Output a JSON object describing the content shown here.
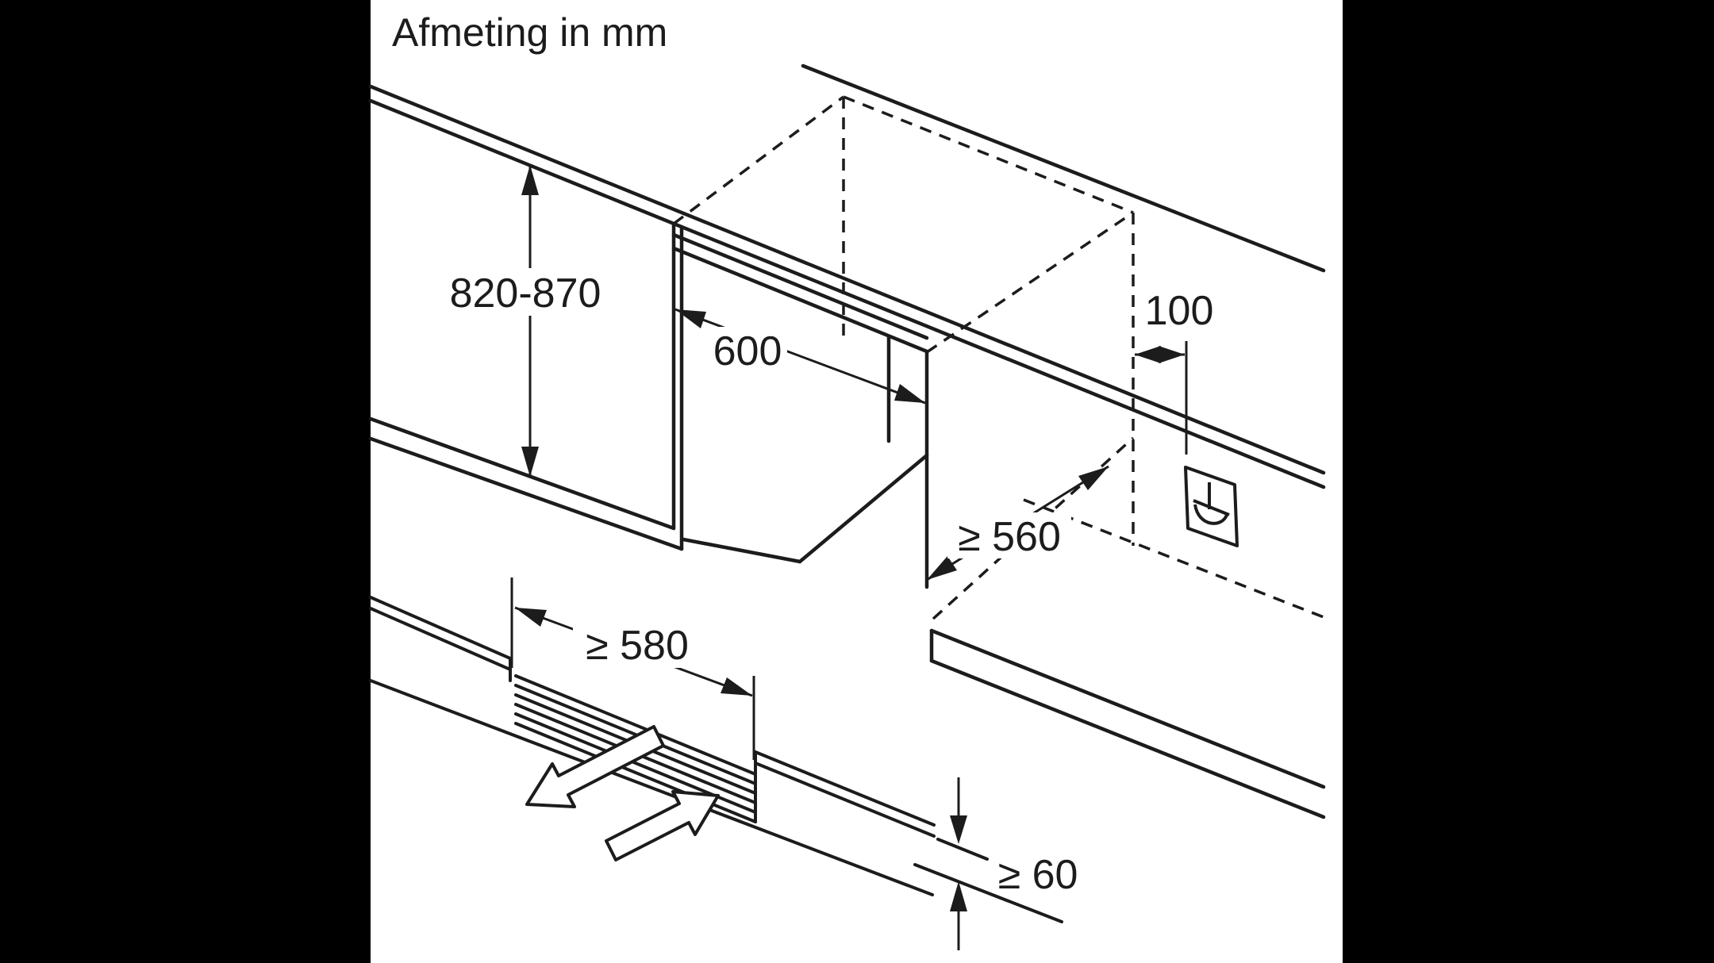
{
  "title": "Afmeting in mm",
  "canvas": {
    "letterbox_color": "#000000",
    "background_color": "#ffffff",
    "line_color": "#1c1c1c"
  },
  "diagram": {
    "type": "isometric-installation-dimension-drawing",
    "unit": "mm",
    "dimensions": {
      "niche_height": {
        "label": "820-870"
      },
      "niche_width": {
        "label": "600"
      },
      "socket_offset": {
        "label": "100"
      },
      "niche_depth": {
        "label": "≥ 560"
      },
      "vent_cutout_width": {
        "label": "≥ 580"
      },
      "plinth_clearance": {
        "label": "≥ 60"
      }
    },
    "icons": {
      "socket": "power-socket-icon",
      "airflow_out": "airflow-out-arrow",
      "airflow_in": "airflow-in-arrow"
    }
  }
}
